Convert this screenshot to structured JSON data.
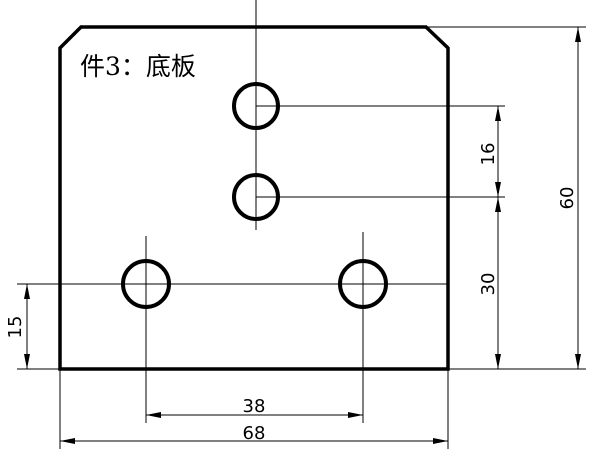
{
  "title": "件3：底板",
  "dimensions": {
    "hole_spacing_vertical": "16",
    "height_overall": "60",
    "bottom_holes_to_upper": "30",
    "bottom_holes_from_base": "15",
    "bottom_holes_spacing": "38",
    "width_overall": "68"
  }
}
